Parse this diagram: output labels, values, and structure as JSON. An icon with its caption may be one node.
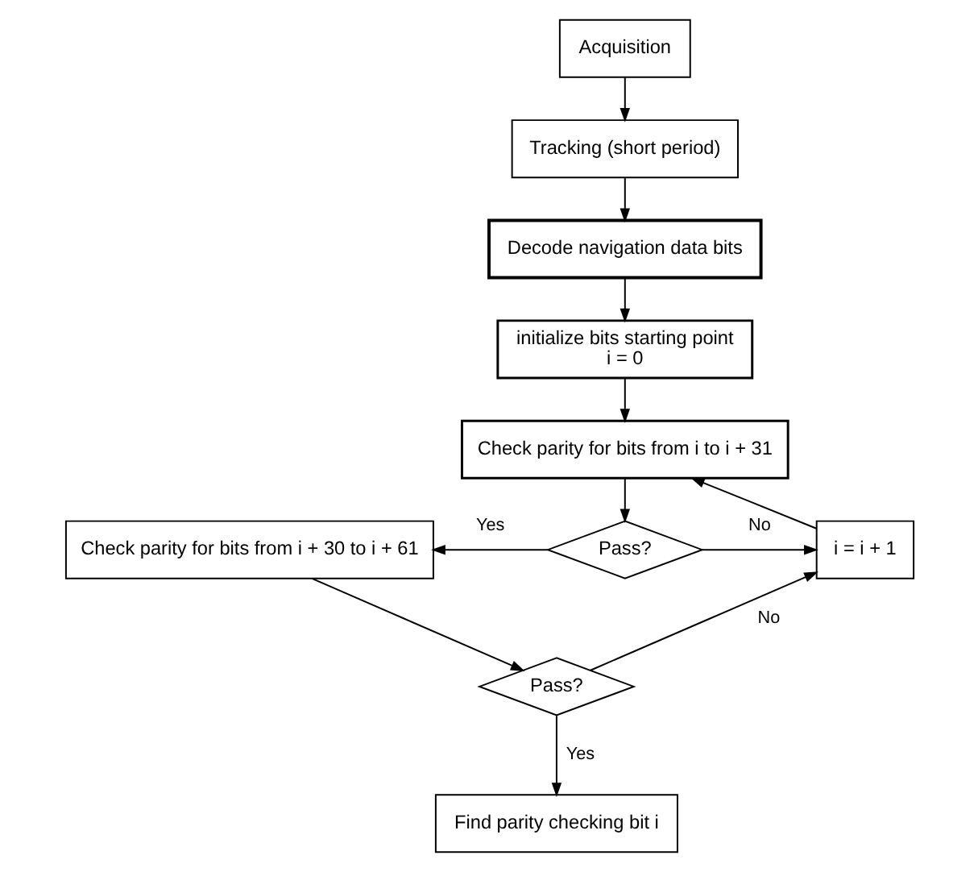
{
  "diagram": {
    "nodes": [
      {
        "text": [
          "Acquisition"
        ]
      },
      {
        "text": [
          "Tracking (short period)"
        ]
      },
      {
        "text": [
          "Decode navigation data bits"
        ]
      },
      {
        "text": [
          "initialize bits starting point",
          "i = 0"
        ]
      },
      {
        "text": [
          "Check parity for bits from i to i + 31"
        ]
      },
      {
        "text": [
          "Pass?"
        ]
      },
      {
        "text": [
          "Check parity for bits from i + 30 to i + 61"
        ]
      },
      {
        "text": [
          "i = i + 1"
        ]
      },
      {
        "text": [
          "Pass?"
        ]
      },
      {
        "text": [
          "Find parity checking bit i"
        ]
      }
    ],
    "edges": [
      {
        "from": 0,
        "to": 1,
        "arrow": "to"
      },
      {
        "from": 1,
        "to": 2,
        "arrow": "to"
      },
      {
        "from": 2,
        "to": 3,
        "arrow": "to"
      },
      {
        "from": 3,
        "to": 4,
        "arrow": "to"
      },
      {
        "from": 4,
        "to": 5,
        "arrow": "to"
      },
      {
        "from": 5,
        "to": 6,
        "arrow": "to",
        "label": "Yes"
      },
      {
        "from": 5,
        "to": 7,
        "arrow": "to",
        "label": "No"
      },
      {
        "from": 7,
        "to": 4,
        "arrow": "to"
      },
      {
        "from": 6,
        "to": 8,
        "arrow": "to"
      },
      {
        "from": 8,
        "to": 7,
        "arrow": "to",
        "label": "No"
      },
      {
        "from": 8,
        "to": 9,
        "arrow": "to",
        "label": "Yes"
      }
    ]
  }
}
